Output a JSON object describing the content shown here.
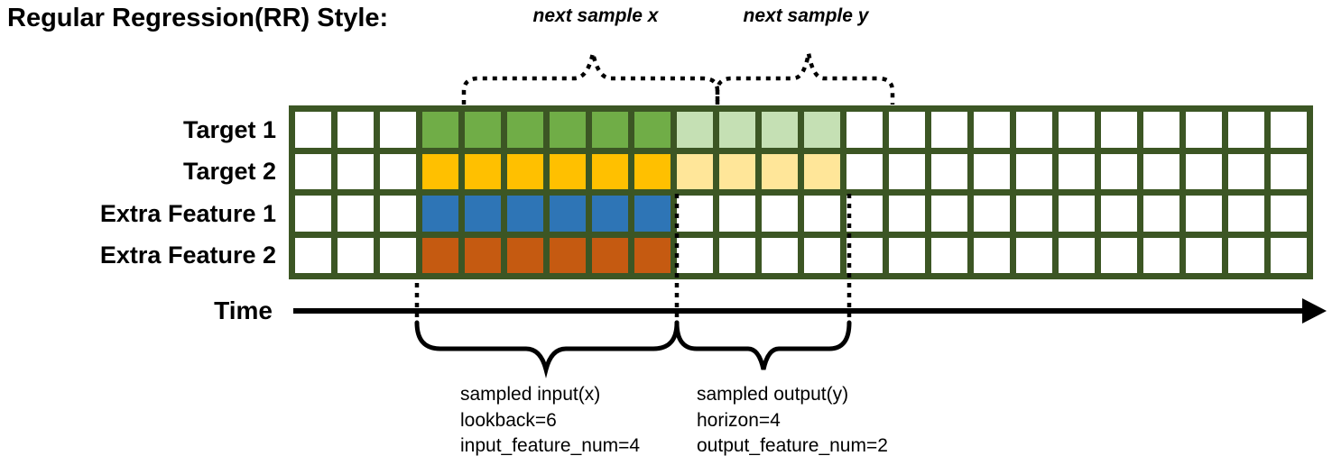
{
  "title": "Regular Regression(RR) Style:",
  "annotations": {
    "next_sample_x": "next sample x",
    "next_sample_y": "next sample y",
    "time_label": "Time",
    "input_block": [
      "sampled input(x)",
      "lookback=6",
      "input_feature_num=4"
    ],
    "output_block": [
      "sampled output(y)",
      "horizon=4",
      "output_feature_num=2"
    ]
  },
  "grid": {
    "columns": 24,
    "input_start_col": 4,
    "lookback": 6,
    "horizon": 4,
    "border_color": "#3C5624",
    "empty_cell_color": "#ffffff",
    "rows": [
      {
        "label": "Target 1",
        "input_color": "#70AD47",
        "output_color": "#C5E0B4"
      },
      {
        "label": "Target 2",
        "input_color": "#FFC000",
        "output_color": "#FFE699"
      },
      {
        "label": "Extra Feature 1",
        "input_color": "#2E75B6",
        "output_color": null
      },
      {
        "label": "Extra Feature 2",
        "input_color": "#C55A11",
        "output_color": null
      }
    ]
  },
  "colors": {
    "annotation_stroke": "#000000"
  }
}
